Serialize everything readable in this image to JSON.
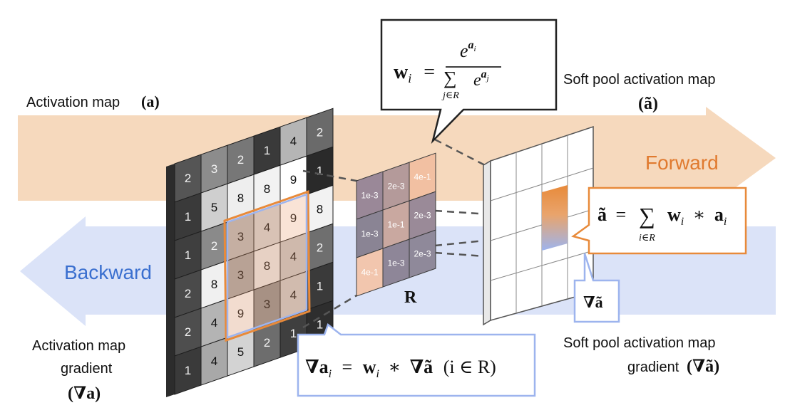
{
  "labels": {
    "activation_map": "Activation map",
    "activation_map_sym": "(a)",
    "soft_pool_map": "Soft pool activation map",
    "soft_pool_map_sym": "(ã)",
    "forward": "Forward",
    "backward": "Backward",
    "act_grad_line1": "Activation map",
    "act_grad_line2": "gradient",
    "act_grad_sym": "(∇a)",
    "soft_grad_line1": "Soft pool activation map",
    "soft_grad_line2": "gradient",
    "soft_grad_sym": "(∇ã)",
    "region": "R",
    "grad_tilde": "∇ã"
  },
  "colors": {
    "forward_arrow": "#f6d9bd",
    "backward_arrow": "#dbe3f8",
    "forward_text": "#e07a2f",
    "backward_text": "#3a6fcf",
    "highlight_orange": "#e88a3a",
    "highlight_blue": "#9db4ee"
  },
  "activation_grid": {
    "rows": 6,
    "cols": 6,
    "values": [
      [
        "2",
        "3",
        "2",
        "1",
        "4",
        "2"
      ],
      [
        "1",
        "5",
        "8",
        "8",
        "9",
        "1"
      ],
      [
        "1",
        "2",
        "3",
        "4",
        "9",
        "8"
      ],
      [
        "2",
        "8",
        "3",
        "8",
        "4",
        "2"
      ],
      [
        "2",
        "4",
        "9",
        "3",
        "4",
        "1"
      ],
      [
        "1",
        "4",
        "5",
        "2",
        "1",
        "1"
      ]
    ],
    "shades": [
      [
        "#555555",
        "#8c8c8c",
        "#777777",
        "#3a3a3a",
        "#b5b5b5",
        "#6a6a6a"
      ],
      [
        "#3a3a3a",
        "#cfcfcf",
        "#eeeeee",
        "#f2f2f2",
        "#ffffff",
        "#2a2a2a"
      ],
      [
        "#3f3f3f",
        "#8a8a8a",
        "#b7b7b7",
        "#d2d2d2",
        "#ffffff",
        "#f2f2f2"
      ],
      [
        "#4a4a4a",
        "#f0f0f0",
        "#a5a5a5",
        "#e7e7e7",
        "#c5c5c5",
        "#6f6f6f"
      ],
      [
        "#4e4e4e",
        "#b4b4b4",
        "#f6f6f6",
        "#8e8e8e",
        "#c8c8c8",
        "#3a3a3a"
      ],
      [
        "#3a3a3a",
        "#a8a8a8",
        "#d3d3d3",
        "#6d6d6d",
        "#3f3f3f",
        "#2e2e2e"
      ]
    ],
    "highlight": {
      "row": 2,
      "col": 2,
      "size": 3
    }
  },
  "region_grid": {
    "rows": 3,
    "cols": 3,
    "values": [
      [
        "1e-3",
        "2e-3",
        "4e-1"
      ],
      [
        "1e-3",
        "1e-1",
        "2e-3"
      ],
      [
        "4e-1",
        "1e-3",
        "2e-3"
      ]
    ],
    "shades": [
      [
        "#9a8898",
        "#b49a9a",
        "#f2c0a2"
      ],
      [
        "#8a8494",
        "#c9a8a0",
        "#9a8a98"
      ],
      [
        "#f2c6ae",
        "#8e8698",
        "#8f899a"
      ]
    ]
  },
  "formulas": {
    "weight_lhs": "w",
    "weight_sub": "i",
    "weight_eq": "=",
    "weight_num": "e",
    "weight_num_sup": "a",
    "weight_num_sup_sub": "i",
    "weight_den_sum": "∑",
    "weight_den_sub": "j∈R",
    "weight_den": "e",
    "weight_den_sup": "a",
    "weight_den_sup_sub": "j",
    "forward_lhs": "ã",
    "forward_eq": "=",
    "forward_sum": "∑",
    "forward_sum_sub": "i∈R",
    "forward_rhs_w": "w",
    "forward_rhs_i": "i",
    "forward_rhs_op": "∗",
    "forward_rhs_a": "a",
    "forward_rhs_ai": "i",
    "backward_full": "∇a",
    "backward_sub": "i",
    "backward_eq": "=",
    "backward_w": "w",
    "backward_wi": "i",
    "backward_op": "∗",
    "backward_grad": "∇ã",
    "backward_cond": "(i ∈ R)"
  }
}
